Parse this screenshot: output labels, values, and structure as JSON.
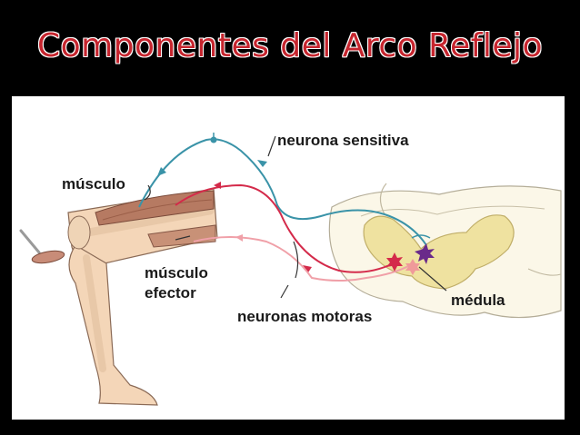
{
  "title": "Componentes del Arco Reflejo",
  "labels": {
    "sensory_neuron": "neurona sensitiva",
    "muscle": "músculo",
    "effector_muscle_line1": "músculo",
    "effector_muscle_line2": "efector",
    "motor_neurons": "neuronas motoras",
    "spinal_cord": "médula"
  },
  "colors": {
    "title": "#c6252e",
    "background": "#000000",
    "sensory_neuron": "#3a93a8",
    "motor_neuron_1": "#d42a4a",
    "motor_neuron_2": "#f0a0a8",
    "gray_matter": "#efe2a0",
    "muscle": "#b67a62",
    "leg": "#f4d6b8"
  },
  "icons": [
    "reflex-hammer-icon"
  ]
}
